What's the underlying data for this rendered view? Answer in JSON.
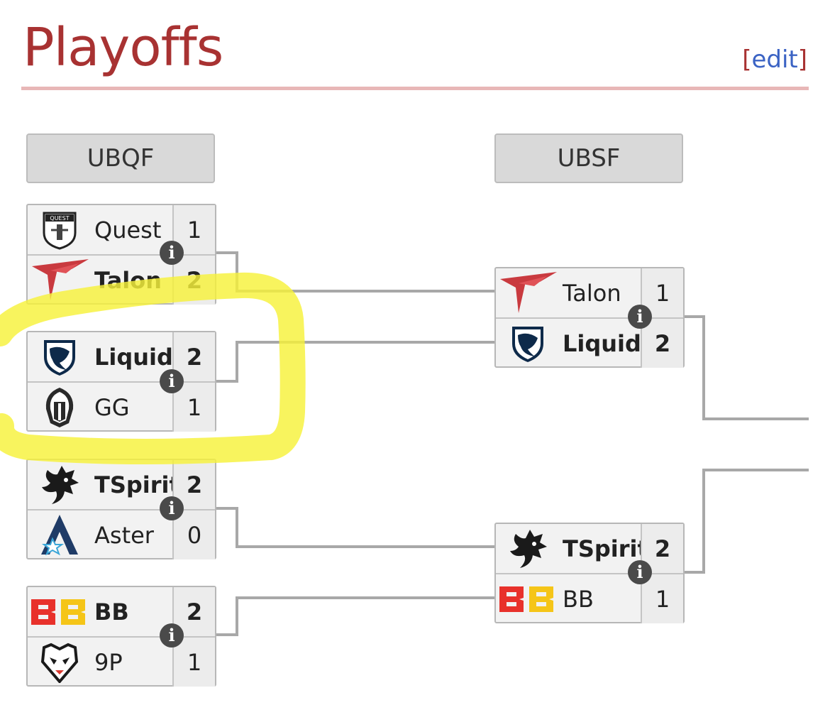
{
  "header": {
    "title": "Playoffs",
    "edit_open": "[",
    "edit_label": "edit",
    "edit_close": "]"
  },
  "rounds": [
    {
      "label": "UBQF"
    },
    {
      "label": "UBSF"
    }
  ],
  "info_symbol": "i",
  "matches": {
    "ubqf1": {
      "top": {
        "name": "Quest",
        "score": "1",
        "logo": "quest-logo"
      },
      "bottom": {
        "name": "Talon",
        "score": "2",
        "logo": "talon-logo"
      }
    },
    "ubqf2": {
      "top": {
        "name": "Liquid",
        "score": "2",
        "logo": "liquid-logo"
      },
      "bottom": {
        "name": "GG",
        "score": "1",
        "logo": "gladiators-logo"
      }
    },
    "ubqf3": {
      "top": {
        "name": "TSpirit",
        "score": "2",
        "logo": "spirit-logo"
      },
      "bottom": {
        "name": "Aster",
        "score": "0",
        "logo": "aster-logo"
      }
    },
    "ubqf4": {
      "top": {
        "name": "BB",
        "score": "2",
        "logo": "bb-logo"
      },
      "bottom": {
        "name": "9P",
        "score": "1",
        "logo": "9pandas-logo"
      }
    },
    "ubsf1": {
      "top": {
        "name": "Talon",
        "score": "1",
        "logo": "talon-logo"
      },
      "bottom": {
        "name": "Liquid",
        "score": "2",
        "logo": "liquid-logo"
      }
    },
    "ubsf2": {
      "top": {
        "name": "TSpirit",
        "score": "2",
        "logo": "spirit-logo"
      },
      "bottom": {
        "name": "BB",
        "score": "1",
        "logo": "bb-logo"
      }
    }
  },
  "colors": {
    "title": "#a83232",
    "link": "#3b63c4",
    "highlight": "#f6f23a"
  }
}
